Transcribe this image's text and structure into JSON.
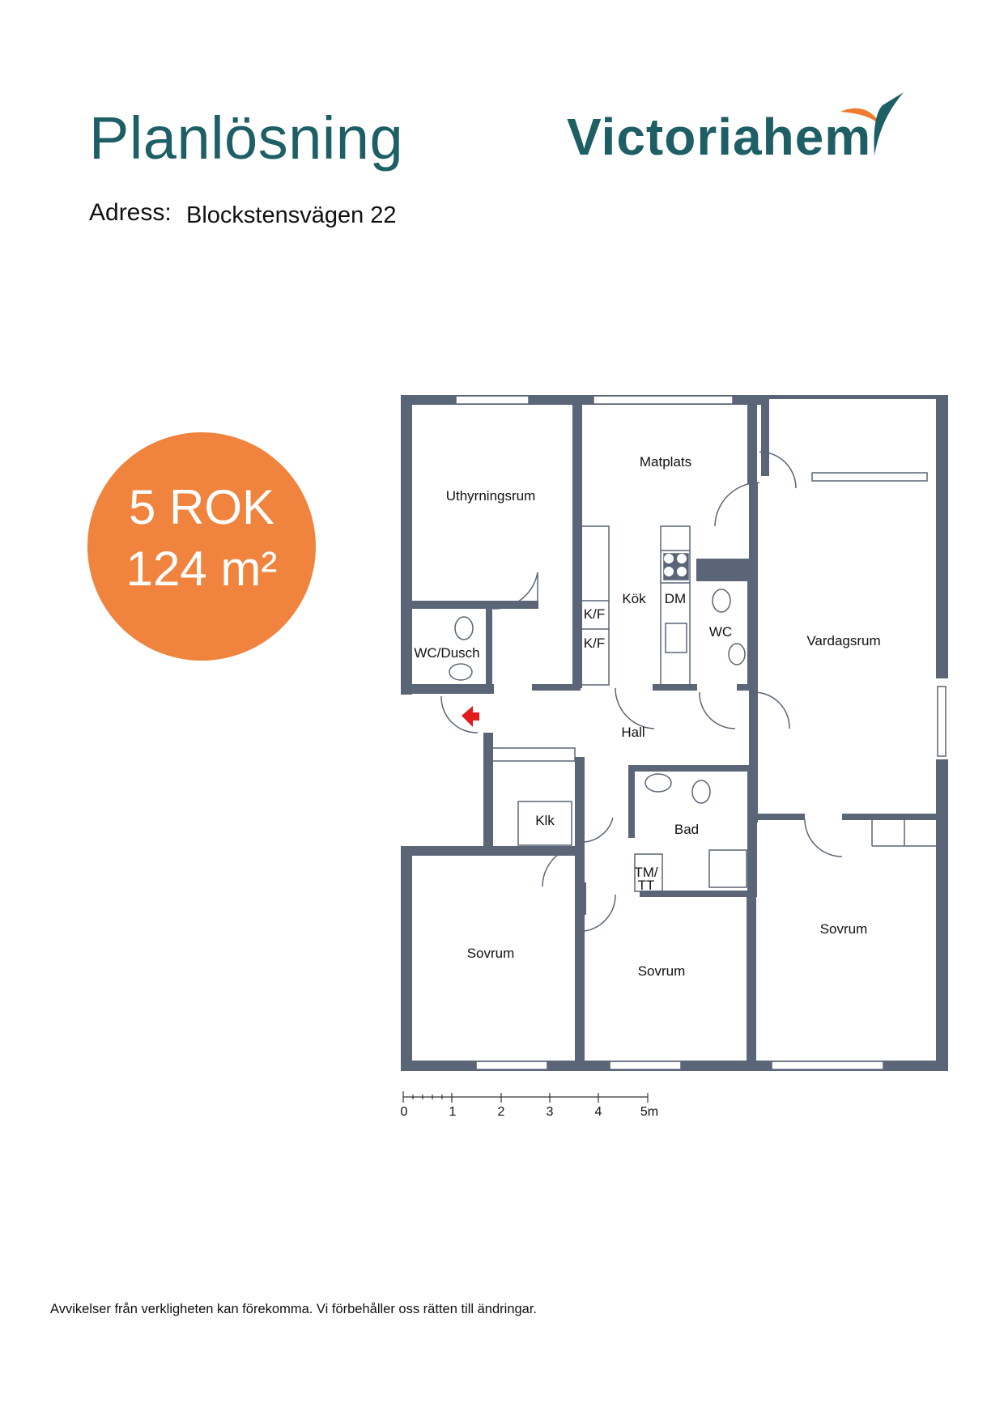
{
  "header": {
    "title": "Planlösning",
    "brand": "Victoriahem",
    "address_label": "Adress:",
    "address_value": "Blockstensvägen 22"
  },
  "badge": {
    "line1": "5 ROK",
    "line2": "124 m²",
    "color": "#f0843e"
  },
  "colors": {
    "brand_teal": "#1e5f66",
    "wall": "#5a6577",
    "entrance_arrow": "#e21b1b",
    "logo_orange": "#ee7b30"
  },
  "rooms": {
    "uthyrningsrum": "Uthyrningsrum",
    "matplats": "Matplats",
    "kok": "Kök",
    "dm": "DM",
    "kf1": "K/F",
    "kf2": "K/F",
    "wc": "WC",
    "wc_dusch": "WC/Dusch",
    "vardagsrum": "Vardagsrum",
    "hall": "Hall",
    "klk": "Klk",
    "bad": "Bad",
    "tm": "TM/",
    "tt": "TT",
    "sovrum1": "Sovrum",
    "sovrum2": "Sovrum",
    "sovrum3": "Sovrum"
  },
  "scale": {
    "ticks": [
      "0",
      "1",
      "2",
      "3",
      "4",
      "5m"
    ]
  },
  "disclaimer": "Avvikelser från verkligheten kan förekomma. Vi förbehåller oss rätten till ändringar."
}
